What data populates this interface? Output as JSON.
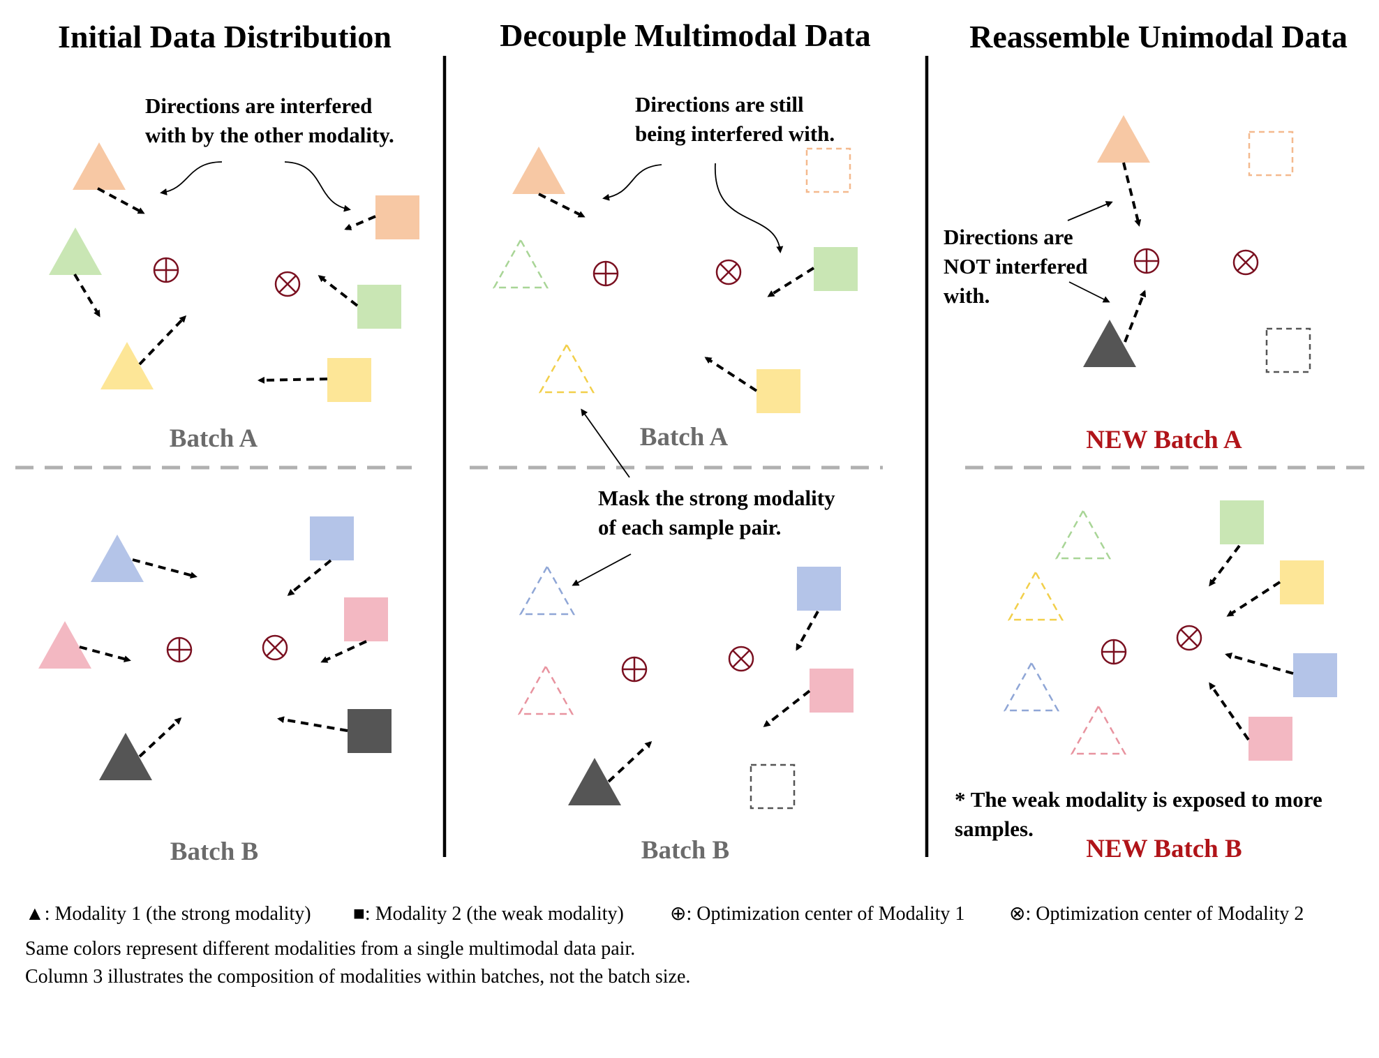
{
  "columns": [
    {
      "title": "Initial Data Distribution",
      "batch_a_label": "Batch A",
      "batch_b_label": "Batch B"
    },
    {
      "title": "Decouple Multimodal Data",
      "batch_a_label": "Batch A",
      "batch_b_label": "Batch B"
    },
    {
      "title": "Reassemble Unimodal Data",
      "batch_a_label": "NEW Batch A",
      "batch_b_label": "NEW Batch B"
    }
  ],
  "annotations": {
    "col1_interference": [
      "Directions are interfered",
      "with by the other modality."
    ],
    "col2_interference": [
      "Directions are still",
      "being interfered with."
    ],
    "col2_mask": [
      "Mask the strong modality",
      "of each sample pair."
    ],
    "col3_no_interference": [
      "Directions are",
      "NOT interfered",
      "with."
    ],
    "col3_footnote": [
      "* The weak modality is exposed to more",
      "samples."
    ]
  },
  "legend": {
    "items": [
      {
        "symbol": "▲",
        "text": ": Modality 1 (the strong modality)"
      },
      {
        "symbol": "■",
        "text": ": Modality 2 (the weak modality)"
      },
      {
        "symbol": "⊕",
        "text": ": Optimization center of Modality 1"
      },
      {
        "symbol": "⊗",
        "text": ": Optimization center of Modality 2"
      }
    ],
    "line1": "Same colors represent different modalities from a single multimodal data pair.",
    "line2": "Column 3 illustrates the composition of modalities within batches, not the batch size."
  },
  "colors": {
    "orange": "#f7c8a4",
    "green": "#c9e6b4",
    "yellow": "#fde697",
    "blue": "#b4c4e8",
    "pink": "#f3b8c2",
    "dark": "#555555",
    "center": "#7a1020",
    "new_batch_red": "#b01419"
  },
  "icons": {
    "strong_modality": "triangle-icon",
    "weak_modality": "square-icon",
    "center_modality_1": "circle-plus-icon",
    "center_modality_2": "circle-times-icon"
  }
}
